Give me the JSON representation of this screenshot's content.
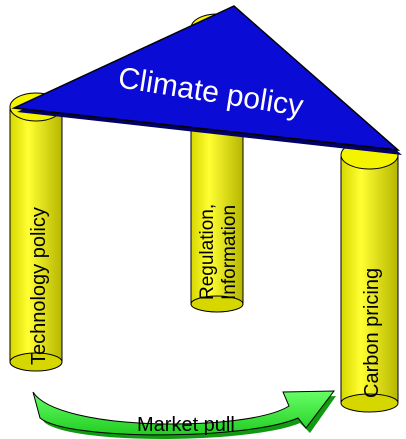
{
  "roof": {
    "label": "Climate policy",
    "fill": "#0b0bd6",
    "text_color": "#ffffff"
  },
  "pillars": {
    "fill": "#f0f000",
    "shade": "#b9b900",
    "items": [
      {
        "lines": [
          "Technology policy"
        ]
      },
      {
        "lines": [
          "Regulation,",
          "Information"
        ]
      },
      {
        "lines": [
          "Carbon pricing"
        ]
      }
    ]
  },
  "base_arrow": {
    "label": "Market pull",
    "fill": "#33ee33",
    "shade": "#119911"
  }
}
